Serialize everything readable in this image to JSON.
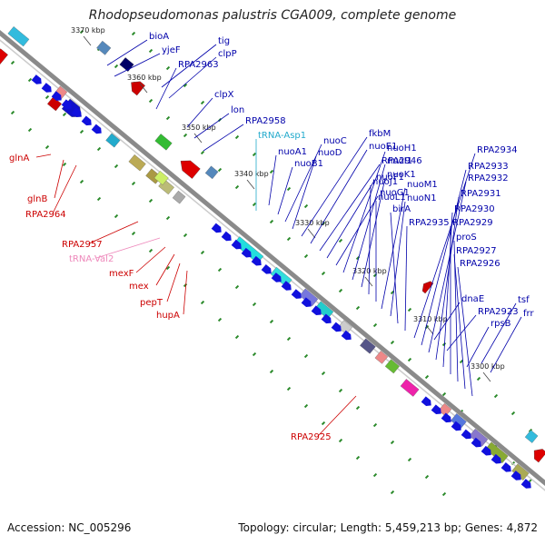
{
  "title": "Rhodopseudomonas palustris CGA009, complete genome",
  "footer": {
    "accession": "Accession: NC_005296",
    "summary": "Topology: circular; Length: 5,459,213 bp; Genes: 4,872"
  },
  "colors": {
    "forward_label": "#0000aa",
    "reverse_label": "#cc0000",
    "trna_forward": "#22aacc",
    "trna_reverse": "#ee88bb",
    "backbone": "#777777"
  },
  "ticks": [
    "3370 kbp",
    "3360 kbp",
    "3350 kbp",
    "3340 kbp",
    "3330 kbp",
    "3320 kbp",
    "3310 kbp",
    "3300 kbp"
  ],
  "forward_labels": [
    "bioA",
    "yjeF",
    "tig",
    "clpP",
    "RPA2963",
    "clpX",
    "lon",
    "RPA2958",
    "tRNA-Asp1",
    "nuoA1",
    "nuoB1",
    "nuoC",
    "nuoD",
    "fkbM",
    "nuoE1",
    "RPA2946",
    "nuoF1",
    "nuoG1",
    "nuoH1",
    "nuoI1",
    "nuoK1",
    "nuoJ1",
    "nuoL1",
    "nuoM1",
    "nuoN1",
    "birA",
    "RPA2935",
    "RPA2934",
    "RPA2933",
    "RPA2932",
    "RPA2931",
    "RPA2930",
    "RPA2929",
    "proS",
    "RPA2927",
    "RPA2926",
    "dnaE",
    "RPA2923",
    "tsf",
    "rpsB",
    "frr"
  ],
  "reverse_labels": [
    "glnA",
    "glnB",
    "RPA2964",
    "RPA2957",
    "tRNA-Val2",
    "mexF",
    "mex",
    "pepT",
    "hupA",
    "RPA2925"
  ]
}
